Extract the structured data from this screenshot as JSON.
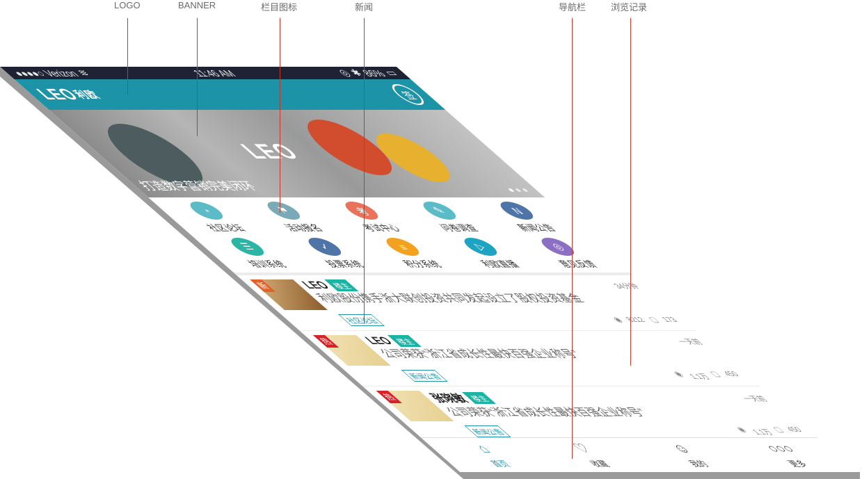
{
  "annotations": [
    "LOGO",
    "BANNER",
    "栏目图标",
    "新闻",
    "导航栏",
    "浏览记录"
  ],
  "status_bar": {
    "carrier": "●●●●○ Verizon",
    "time": "11:46 AM",
    "battery": "86%"
  },
  "header": {
    "logo_text": "LEO",
    "logo_cn": "利欧",
    "sign_label": "签"
  },
  "banner": {
    "brand": "LEO",
    "caption": "打造数字营销完美闭环"
  },
  "categories": [
    [
      {
        "label": "社区论坛",
        "color": "#5bbcc7",
        "icon": "chat-icon"
      },
      {
        "label": "活动报名",
        "color": "#7aaab6",
        "icon": "flag-icon"
      },
      {
        "label": "考试中心",
        "color": "#e8735a",
        "icon": "exam-icon"
      },
      {
        "label": "问卷调查",
        "color": "#5bbcc7",
        "icon": "survey-icon"
      },
      {
        "label": "新闻公告",
        "color": "#4e74a8",
        "icon": "news-icon"
      }
    ],
    [
      {
        "label": "培训系统",
        "color": "#2cb5a5",
        "icon": "training-icon"
      },
      {
        "label": "投票系统",
        "color": "#4e74a8",
        "icon": "vote-icon"
      },
      {
        "label": "积分系统",
        "color": "#f2a21e",
        "icon": "points-icon"
      },
      {
        "label": "利欧直播",
        "color": "#1fa3c2",
        "icon": "play-icon"
      },
      {
        "label": "意见反馈",
        "color": "#8c6ec2",
        "icon": "feedback-icon"
      }
    ]
  ],
  "news": [
    {
      "tag": "新",
      "author": "LEO",
      "role": "楼主",
      "time": "34分钟",
      "title": "利欧股份携手浙大联创投资共同发起设立了股权投资基金",
      "category": "社区论坛",
      "views": "8212",
      "comments": "173"
    },
    {
      "tag": "热",
      "author": "LEO",
      "role": "楼主",
      "time": "一天前",
      "title": "公司荣获“浙江省成长性最快百强企业称号”",
      "category": "新闻公告",
      "views": "1.1万",
      "comments": "450"
    },
    {
      "tag": "热",
      "author": "张晓敏",
      "role": "楼主",
      "time": "一天前",
      "title": "公司荣获“浙江省成长性最快百强企业称号”",
      "category": "新闻公告",
      "views": "1.1万",
      "comments": "450"
    }
  ],
  "tabbar": [
    {
      "label": "首页",
      "icon": "home-icon"
    },
    {
      "label": "收藏",
      "icon": "heart-icon"
    },
    {
      "label": "我的",
      "icon": "user-icon"
    },
    {
      "label": "更多",
      "icon": "more-icon"
    }
  ]
}
